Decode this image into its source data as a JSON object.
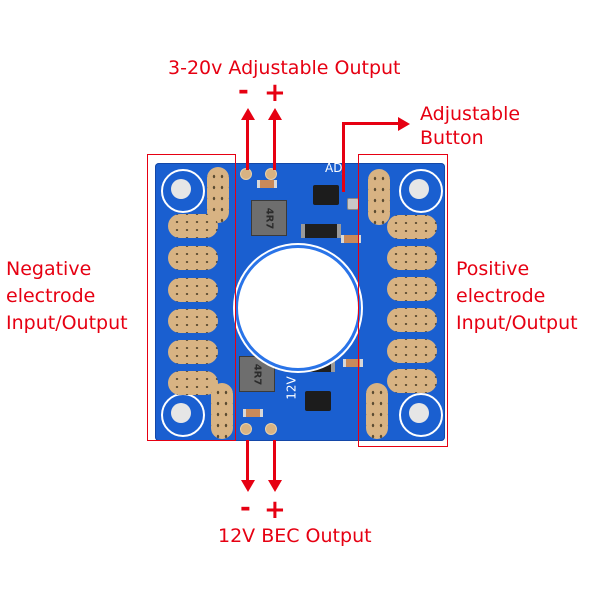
{
  "labels": {
    "top_output": "3-20v Adjustable Output",
    "adjust_button": [
      "Adjustable",
      "Button"
    ],
    "negative": [
      "Negative",
      "electrode",
      "Input/Output"
    ],
    "positive": [
      "Positive",
      "electrode",
      "Input/Output"
    ],
    "bottom_output": "12V BEC Output",
    "minus_sign": "-",
    "plus_sign": "+"
  },
  "board_silkscreen": {
    "adj": "ADJ",
    "v12": "12V",
    "inductor_top": "4R7",
    "inductor_bottom": "4R7"
  },
  "colors": {
    "annotation": "#e60012",
    "pcb": "#1a5fd0",
    "pad": "#d8b383",
    "background": "#ffffff"
  }
}
